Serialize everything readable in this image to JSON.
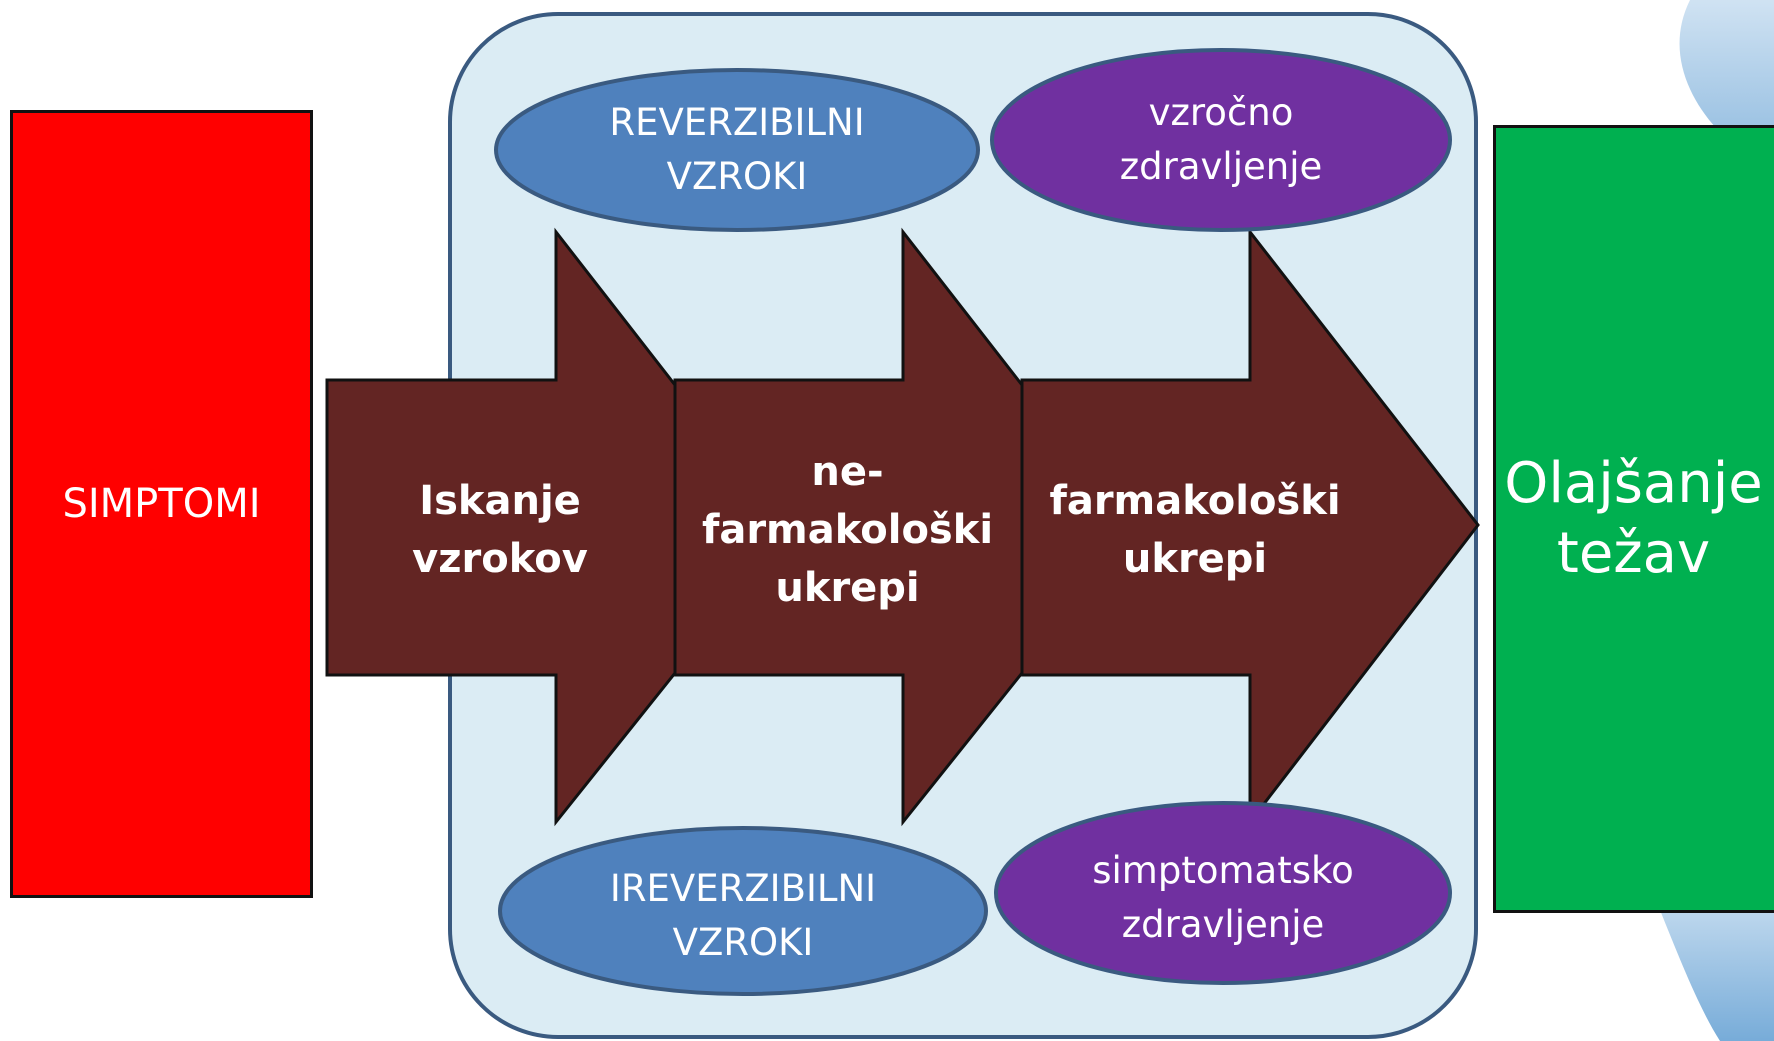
{
  "colors": {
    "symptoms_box": "#ff0000",
    "relief_box": "#00b050",
    "container_fill": "#dbecf4",
    "container_border": "#3a5a80",
    "arrow_fill": "#632523",
    "blue_ellipse": "#4f81bd",
    "purple_ellipse": "#7030a0"
  },
  "symptoms": {
    "label": "SIMPTOMI"
  },
  "relief": {
    "label": "Olajšanje\ntežav"
  },
  "arrows": [
    {
      "label": "Iskanje\nvzrokov"
    },
    {
      "label": "ne-\nfarmakološki\nukrepi"
    },
    {
      "label": "farmakološki\nukrepi"
    }
  ],
  "ellipses": {
    "reversible_causes": "REVERZIBILNI\nVZROKI",
    "irreversible_causes": "IREVERZIBILNI\nVZROKI",
    "causal_treatment": "vzročno\nzdravljenje",
    "symptomatic_treatment": "simptomatsko\nzdravljenje"
  }
}
